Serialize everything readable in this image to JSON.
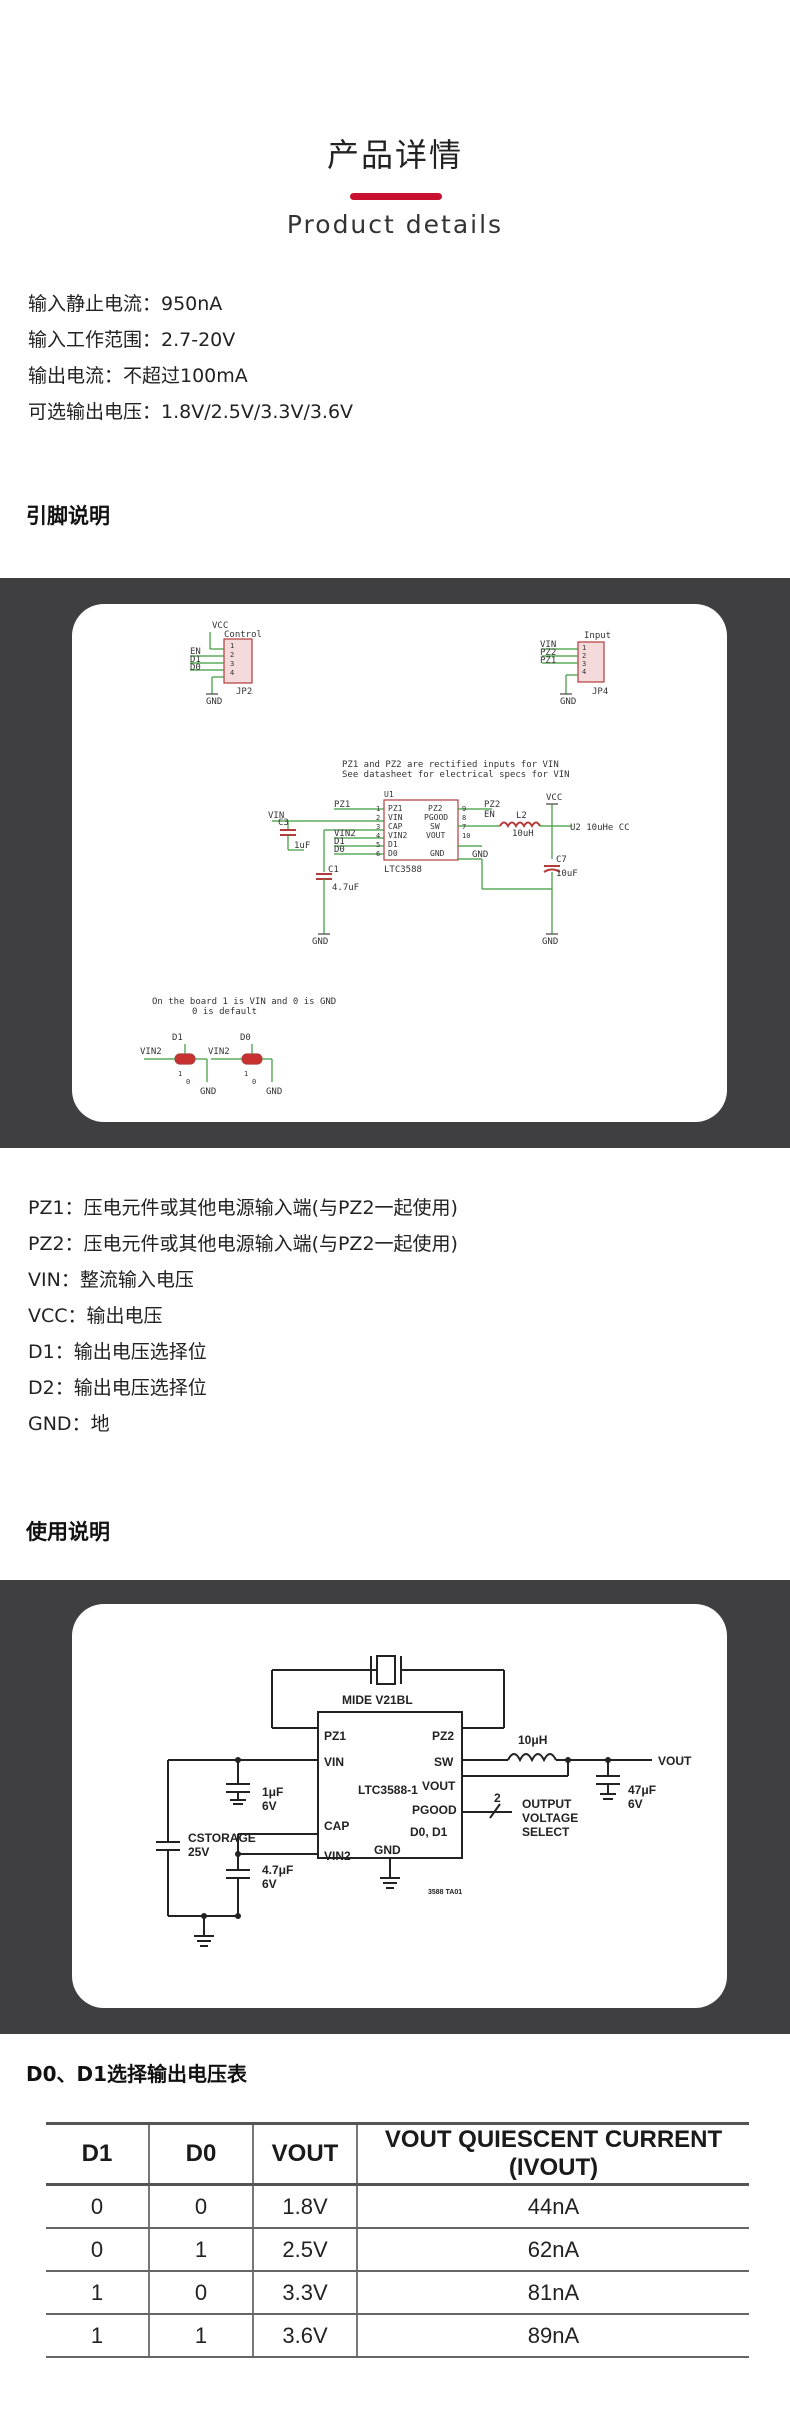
{
  "header": {
    "title": "产品详情",
    "subtitle": "Product details"
  },
  "specs": [
    "输入静止电流：950nA",
    "输入工作范围：2.7-20V",
    "输出电流：不超过100mA",
    "可选输出电压：1.8V/2.5V/3.3V/3.6V"
  ],
  "pins_section": {
    "heading": "引脚说明",
    "schematic": {
      "jp2": {
        "vcc": "VCC",
        "name": "Control",
        "pins": [
          "EN",
          "D1",
          "D0"
        ],
        "gnd": "GND",
        "ref": "JP2",
        "nums": [
          "1",
          "2",
          "3",
          "4"
        ]
      },
      "jp4": {
        "name": "Input",
        "pins": [
          "VIN",
          "PZ2",
          "PZ1"
        ],
        "gnd": "GND",
        "ref": "JP4",
        "nums": [
          "1",
          "2",
          "3",
          "4"
        ]
      },
      "note1": "PZ1 and PZ2 are rectified inputs for VIN",
      "note2": "See datasheet for electrical specs for VIN",
      "ic": {
        "ref": "U1",
        "name": "LTC3588",
        "left_pins": [
          "PZ1",
          "VIN",
          "CAP",
          "VIN2",
          "D1",
          "D0"
        ],
        "right_pins": [
          "PZ2",
          "PGOOD",
          "SW",
          "VOUT",
          "",
          "GND"
        ],
        "left_nums": [
          "1",
          "2",
          "3",
          "4",
          "5",
          "6"
        ],
        "right_nums": [
          "9",
          "8",
          "7",
          "10",
          "",
          ""
        ]
      },
      "labels": {
        "pz1": "PZ1",
        "pz2": "PZ2",
        "en": "EN",
        "vin": "VIN",
        "vin2": "VIN2",
        "d1": "D1",
        "d0": "D0",
        "vcc": "VCC",
        "gnd": "GND",
        "inductor": "L2",
        "ind_val": "10uH",
        "u2": "U2 10uHe CC"
      },
      "caps": {
        "c3": "C3",
        "c3_val": "1uF",
        "c1": "C1",
        "c1_val": "4.7uF",
        "c7": "C7",
        "c7_val": "10uF"
      },
      "note3": "On the board 1 is VIN and 0 is GND",
      "note4": "0 is default",
      "jumpers": [
        {
          "label": "D1",
          "vin": "VIN2",
          "gnd": "GND",
          "a": "1",
          "b": "0"
        },
        {
          "label": "D0",
          "vin": "VIN2",
          "gnd": "GND",
          "a": "1",
          "b": "0"
        }
      ]
    },
    "pins": [
      "PZ1：压电元件或其他电源输入端(与PZ2一起使用)",
      "PZ2：压电元件或其他电源输入端(与PZ2一起使用)",
      "VIN：整流输入电压",
      "VCC：输出电压",
      "D1：输出电压选择位",
      "D2：输出电压选择位",
      "GND：地"
    ]
  },
  "usage_section": {
    "heading": "使用说明",
    "schematic": {
      "piezo": "MIDE V21BL",
      "ic_name": "LTC3588-1",
      "pins_left": [
        "PZ1",
        "VIN",
        "CAP",
        "VIN2"
      ],
      "pins_right": [
        "PZ2",
        "SW",
        "VOUT",
        "PGOOD",
        "D0, D1"
      ],
      "pin_gnd": "GND",
      "inductor": "10μH",
      "vout": "VOUT",
      "c_out": "47μF",
      "c_out_v": "6V",
      "c_vin": "1μF",
      "c_vin_v": "6V",
      "c_vin2": "4.7μF",
      "c_vin2_v": "6V",
      "c_storage": "CSTORAGE",
      "c_storage_v": "25V",
      "sel_n": "2",
      "sel_1": "OUTPUT",
      "sel_2": "VOLTAGE",
      "sel_3": "SELECT",
      "tag": "3588 TA01"
    }
  },
  "table_section": {
    "heading": "D0、D1选择输出电压表",
    "headers": [
      "D1",
      "D0",
      "VOUT",
      "VOUT QUIESCENT CURRENT (IVOUT)"
    ],
    "rows": [
      [
        "0",
        "0",
        "1.8V",
        "44nA"
      ],
      [
        "0",
        "1",
        "2.5V",
        "62nA"
      ],
      [
        "1",
        "0",
        "3.3V",
        "81nA"
      ],
      [
        "1",
        "1",
        "3.6V",
        "89nA"
      ]
    ]
  }
}
